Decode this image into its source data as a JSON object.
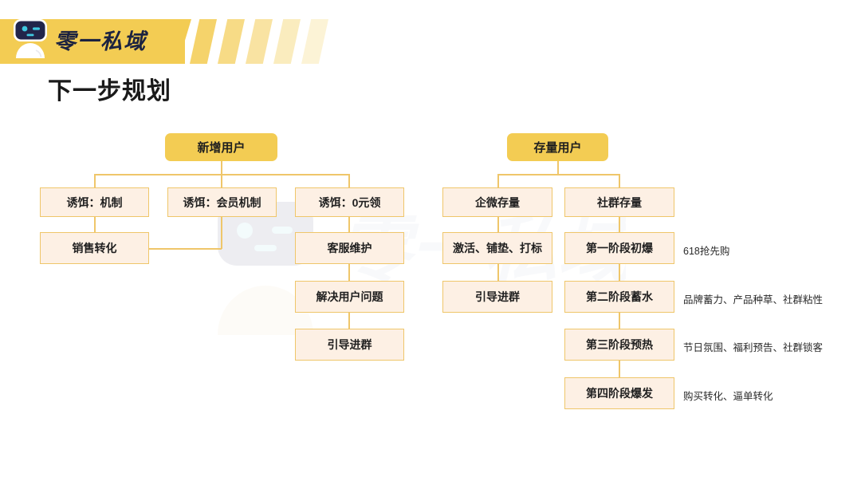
{
  "brand": {
    "name": "零一私域",
    "logo_icon": "robot-mascot-icon",
    "banner_color": "#F3CC53",
    "logo_text_color": "#1C2340"
  },
  "page": {
    "title": "下一步规划"
  },
  "palette": {
    "root_fill": "#F3CC53",
    "leaf_fill": "#FDF0E4",
    "leaf_border": "#EFC66A",
    "connector": "#EFC66A",
    "text": "#1f1f1f"
  },
  "chart_data": {
    "type": "diagram",
    "title": "下一步规划",
    "trees": [
      {
        "id": "new-users",
        "root": "新增用户",
        "branches": [
          {
            "id": "branch-1",
            "nodes": [
              "诱饵：机制",
              "销售转化"
            ]
          },
          {
            "id": "branch-2",
            "nodes": [
              "诱饵：会员机制"
            ]
          },
          {
            "id": "branch-3",
            "nodes": [
              "诱饵：0元领",
              "客服维护",
              "解决用户问题",
              "引导进群"
            ]
          }
        ],
        "cross_links": [
          {
            "from": "诱饵：会员机制",
            "to": "销售转化"
          }
        ]
      },
      {
        "id": "existing-users",
        "root": "存量用户",
        "branches": [
          {
            "id": "branch-4",
            "nodes": [
              "企微存量",
              "激活、铺垫、打标",
              "引导进群"
            ]
          },
          {
            "id": "branch-5",
            "nodes": [
              "社群存量",
              "第一阶段初爆",
              "第二阶段蓄水",
              "第三阶段预热",
              "第四阶段爆发"
            ],
            "annotations": [
              "",
              "618抢先购",
              "品牌蓄力、产品种草、社群粘性",
              "节日氛围、福利预告、社群锁客",
              "购买转化、逼单转化"
            ]
          }
        ]
      }
    ]
  },
  "left_tree": {
    "root": "新增用户",
    "n1": "诱饵：机制",
    "n2": "诱饵：会员机制",
    "n3": "诱饵：0元领",
    "n4": "销售转化",
    "n5": "客服维护",
    "n6": "解决用户问题",
    "n7": "引导进群"
  },
  "right_tree": {
    "root": "存量用户",
    "n1": "企微存量",
    "n2": "社群存量",
    "n3": "激活、铺垫、打标",
    "n4": "第一阶段初爆",
    "n5": "引导进群",
    "n6": "第二阶段蓄水",
    "n7": "第三阶段预热",
    "n8": "第四阶段爆发",
    "a1": "618抢先购",
    "a2": "品牌蓄力、产品种草、社群粘性",
    "a3": "节日氛围、福利预告、社群锁客",
    "a4": "购买转化、逼单转化"
  }
}
